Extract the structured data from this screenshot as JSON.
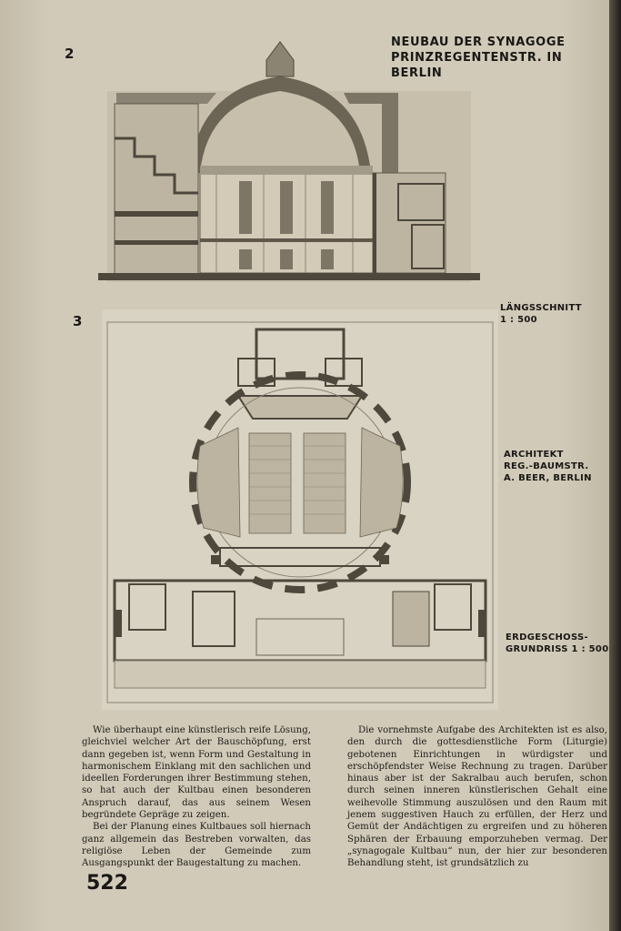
{
  "figure_numbers": {
    "top": "2",
    "bottom": "3"
  },
  "title": [
    "NEUBAU DER SYNAGOGE",
    "PRINZREGENTENSTR. IN BERLIN"
  ],
  "captions": {
    "section": [
      "LÄNGSSCHNITT",
      "1 : 500"
    ],
    "architect": [
      "ARCHITEKT",
      "REG.-BAUMSTR.",
      "A. BEER, BERLIN"
    ],
    "plan": [
      "ERDGESCHOSS-",
      "GRUNDRISS 1 : 500"
    ]
  },
  "body": {
    "left": [
      "Wie überhaupt eine künstlerisch reife Lösung, gleichviel welcher Art der Bauschöpfung, erst dann gegeben ist, wenn Form und Gestaltung in harmonischem Einklang mit den sachlichen und ideellen Forderungen ihrer Bestimmung stehen, so hat auch der Kultbau einen besonderen Anspruch darauf, das aus seinem Wesen begründete Gepräge zu zeigen.",
      "Bei der Planung eines Kultbaues soll hiernach ganz allgemein das Bestreben vorwalten, das religiöse Leben der Gemeinde zum Ausgangspunkt der Baugestaltung zu machen."
    ],
    "right": [
      "Die vornehmste Aufgabe des Architekten ist es also, den durch die gottesdienstliche Form (Liturgie) gebotenen Einrichtungen in würdigster und erschöpfendster Weise Rechnung zu tragen. Darüber hinaus aber ist der Sakralbau auch berufen, schon durch seinen inneren künstlerischen Gehalt eine weihevolle Stimmung auszulösen und den Raum mit jenem suggestiven Hauch zu erfüllen, der Herz und Gemüt der Andächtigen zu ergreifen und zu höheren Sphären der Erbauung emporzuheben vermag. Der „synagogale Kultbau“ nun, der hier zur besonderen Behandlung steht, ist grundsätzlich zu"
    ]
  },
  "page_number": "522",
  "colors": {
    "paper": "#cdc6b4",
    "ink": "#1a1815",
    "drawing": "#8a8272",
    "wall": "#4d473c"
  }
}
